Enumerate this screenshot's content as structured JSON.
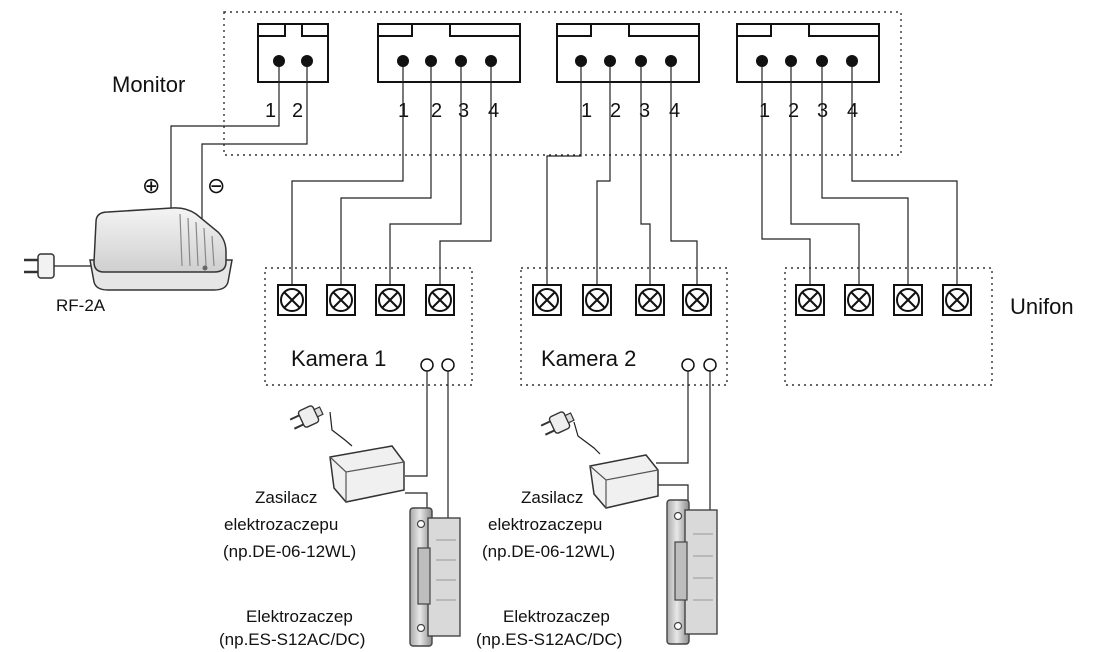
{
  "monitor": {
    "label": "Monitor"
  },
  "connectors": [
    {
      "pins": [
        "1",
        "2"
      ]
    },
    {
      "pins": [
        "1",
        "2",
        "3",
        "4"
      ]
    },
    {
      "pins": [
        "1",
        "2",
        "3",
        "4"
      ]
    },
    {
      "pins": [
        "1",
        "2",
        "3",
        "4"
      ]
    }
  ],
  "power_supply": {
    "label": "RF-2A",
    "plus_symbol": "⊕",
    "minus_symbol": "⊖"
  },
  "camera1": {
    "label": "Kamera 1"
  },
  "camera2": {
    "label": "Kamera 2"
  },
  "unifon": {
    "label": "Unifon"
  },
  "lock_psu_left": {
    "line1": "Zasilacz",
    "line2": "elektrozaczepu",
    "line3": "(np.DE-06-12WL)"
  },
  "lock_psu_right": {
    "line1": "Zasilacz",
    "line2": "elektrozaczepu",
    "line3": "(np.DE-06-12WL)"
  },
  "lock_left": {
    "line1": "Elektrozaczep",
    "line2": "(np.ES-S12AC/DC)"
  },
  "lock_right": {
    "line1": "Elektrozaczep",
    "line2": "(np.ES-S12AC/DC)"
  }
}
